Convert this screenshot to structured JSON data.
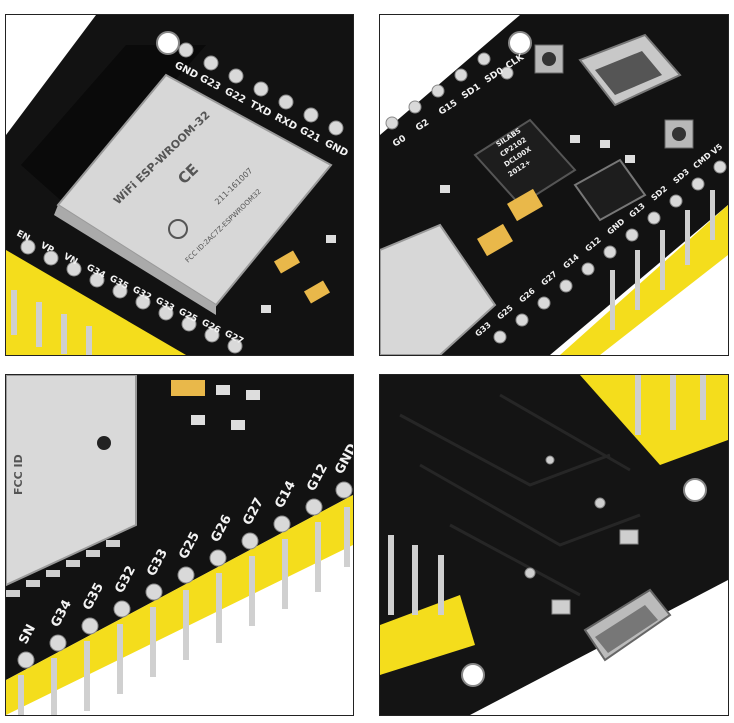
{
  "panels": [
    {
      "id": "top-left",
      "top_labels": [
        "GND",
        "G23",
        "G22",
        "TXD",
        "RXD",
        "G21",
        "GND"
      ],
      "bottom_labels": [
        "EN",
        "VP",
        "VN",
        "G34",
        "G35",
        "G32",
        "G33",
        "G25",
        "G26",
        "G27"
      ],
      "shield": {
        "brand": "WiFi",
        "model": "ESP-WROOM-32",
        "ce": "CE",
        "cert_id": "211-161007",
        "fcc_id": "FCC ID:2AC7Z-ESPWROOM32"
      }
    },
    {
      "id": "top-right",
      "top_labels": [
        "G0",
        "G2",
        "G15",
        "SD1",
        "SD0",
        "CLK"
      ],
      "bottom_labels": [
        "G33",
        "G25",
        "G26",
        "G27",
        "G14",
        "G12",
        "GND",
        "G13",
        "SD2",
        "SD3",
        "CMD",
        "V5"
      ],
      "chip": [
        "SILABS",
        "CP2102",
        "DCL00X",
        "2012+"
      ]
    },
    {
      "id": "bottom-left",
      "labels": [
        "SN",
        "G34",
        "G35",
        "G32",
        "G33",
        "G25",
        "G26",
        "G27",
        "G14",
        "G12",
        "GND"
      ],
      "shield_fragment": "FCC ID"
    },
    {
      "id": "bottom-right",
      "description_free": true
    }
  ],
  "colors": {
    "pcb": "#101010",
    "silkscreen": "#f2f2f2",
    "pin_header": "#f4dd1c",
    "shield": "#d9d9d9",
    "tantalum": "#e9b84a"
  }
}
